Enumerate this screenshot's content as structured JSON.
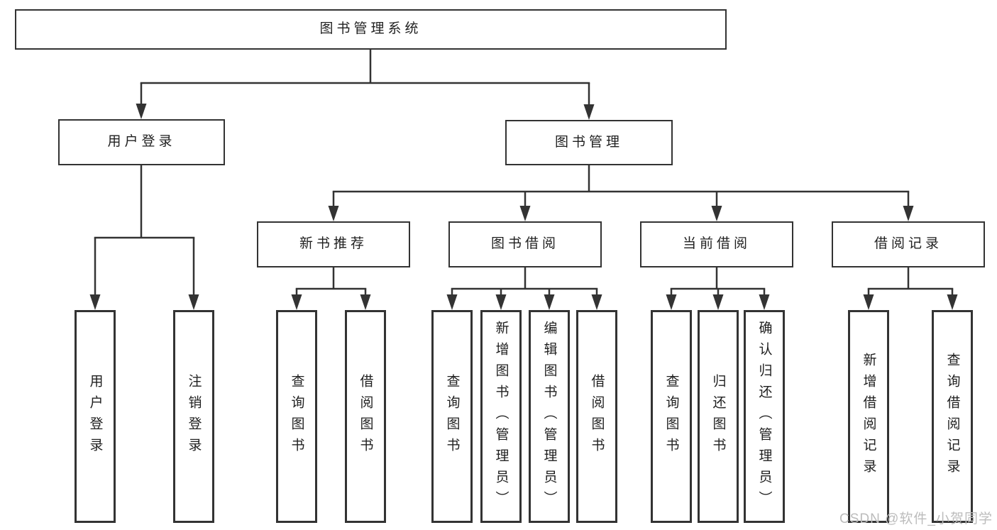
{
  "nodes": {
    "root": "图书管理系统",
    "user_login": "用户登录",
    "book_mgmt": "图书管理",
    "new_book_rec": "新书推荐",
    "book_borrow": "图书借阅",
    "current_borrow": "当前借阅",
    "borrow_records": "借阅记录",
    "leaves": {
      "user_login_leaf": "用户登录",
      "logout": "注销登录",
      "rec_query": "查询图书",
      "rec_borrow": "借阅图书",
      "bb_query": "查询图书",
      "bb_add": "新增图书（管理员）",
      "bb_edit": "编辑图书（管理员）",
      "bb_borrow": "借阅图书",
      "cb_query": "查询图书",
      "cb_return": "归还图书",
      "cb_confirm": "确认归还（管理员）",
      "br_add": "新增借阅记录",
      "br_query": "查询借阅记录"
    }
  },
  "watermark": "CSDN @软件_小贺同学",
  "colors": {
    "line": "#333333",
    "text": "#1f1f1f",
    "watermark": "#bcbcbc",
    "background": "#ffffff"
  }
}
